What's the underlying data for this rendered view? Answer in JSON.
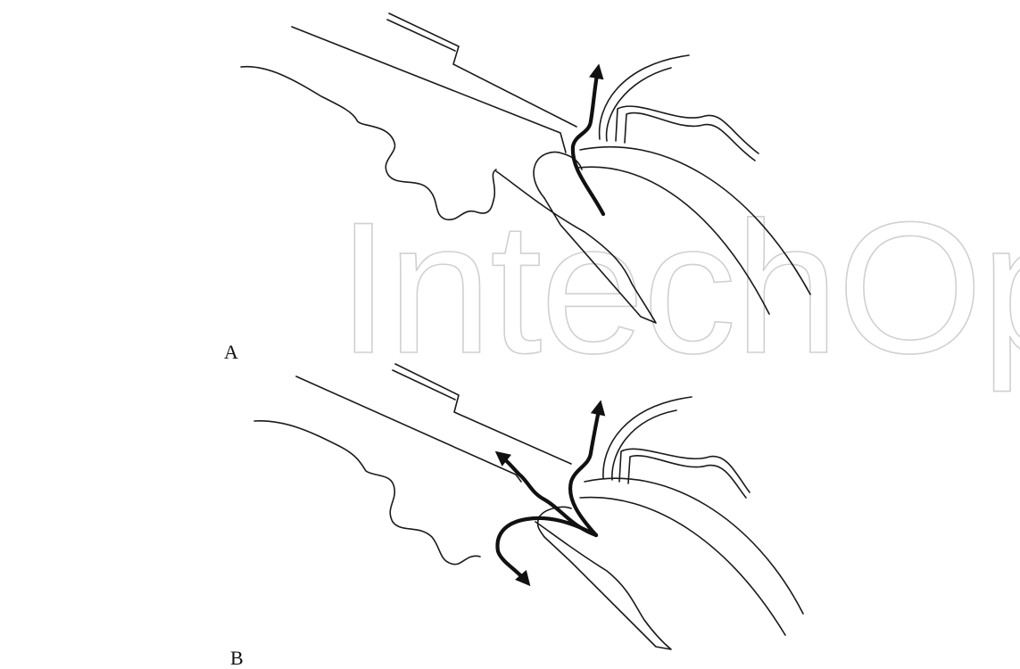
{
  "watermark": {
    "text": "IntechOpen"
  },
  "panels": [
    {
      "id": "A",
      "label": "A"
    },
    {
      "id": "B",
      "label": "B"
    }
  ],
  "colors": {
    "line": "#1a1a1a",
    "arrow": "#111111",
    "watermark": "#d0d0d0",
    "background": "#ffffff"
  }
}
